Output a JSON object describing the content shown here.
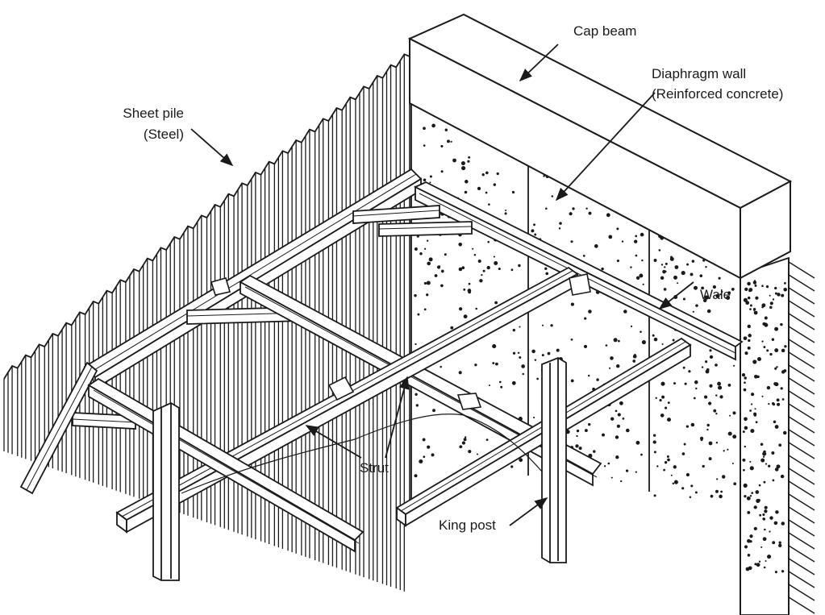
{
  "labels": {
    "cap_beam": "Cap beam",
    "diaphragm_wall": "Diaphragm wall",
    "diaphragm_wall_sub": "(Reinforced concrete)",
    "sheet_pile": "Sheet pile",
    "sheet_pile_sub": "(Steel)",
    "wale": "Wale",
    "strut": "Strut",
    "king_post": "King post"
  },
  "colors": {
    "ink": "#1a1a1a",
    "paper": "#ffffff",
    "steel_fill": "#ffffff",
    "concrete_speckle": "#1a1a1a"
  }
}
